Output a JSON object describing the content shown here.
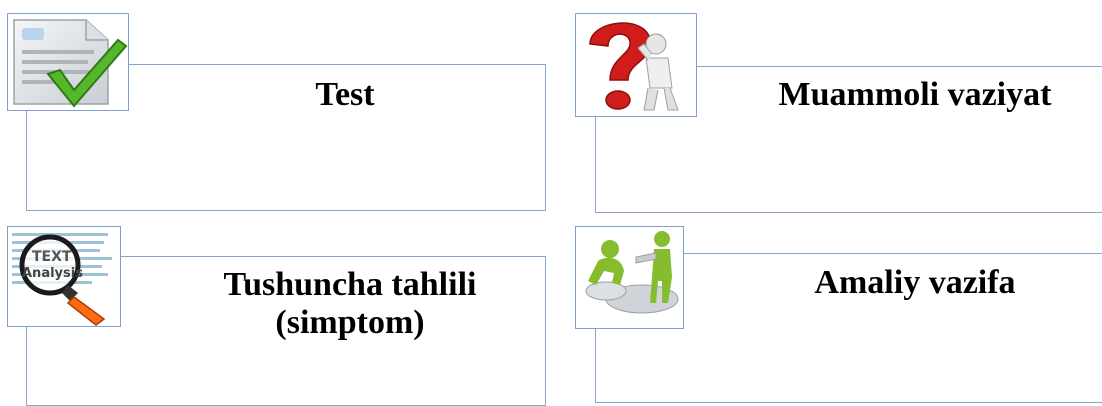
{
  "cards": [
    {
      "title": "Test",
      "icon": "document-checkmark-icon"
    },
    {
      "title": "Muammoli vaziyat",
      "icon": "question-mark-thinker-icon"
    },
    {
      "title_lines": [
        "Tushuncha tahlili",
        "(simptom)"
      ],
      "icon": "magnifier-text-analysis-icon",
      "icon_text": [
        "TEXT",
        "Analysis"
      ]
    },
    {
      "title": "Amaliy vazifa",
      "icon": "puzzle-people-icon"
    }
  ],
  "colors": {
    "frame": "#8aa6cf",
    "text": "#000000"
  }
}
